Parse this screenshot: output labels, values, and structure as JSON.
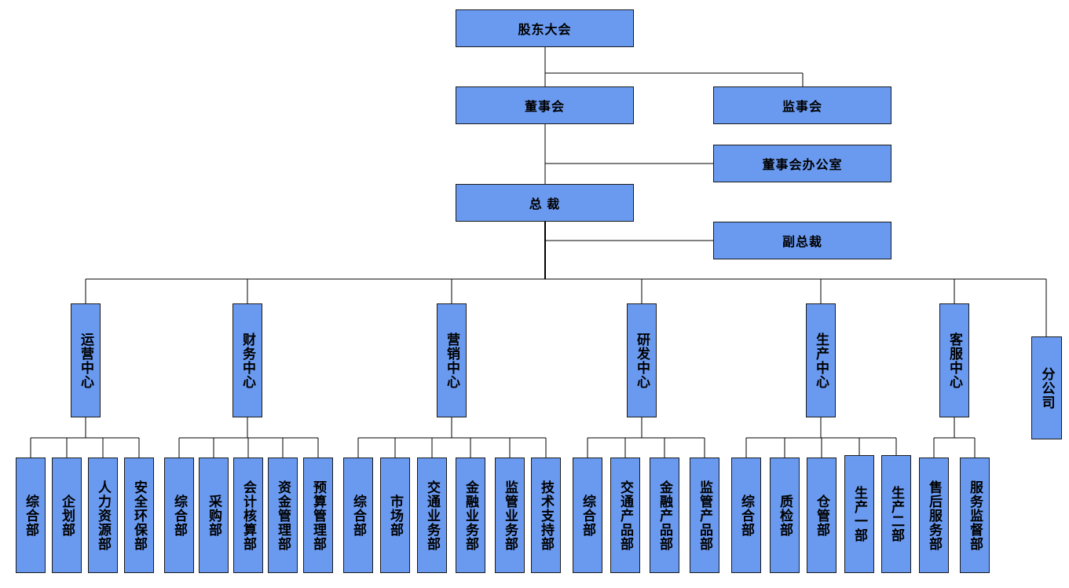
{
  "top": {
    "shareholders": "股东大会",
    "board": "董事会",
    "supervisors": "监事会",
    "board_office": "董事会办公室",
    "president": "总 裁",
    "vice_president": "副总裁"
  },
  "centers": [
    {
      "label": "运营中心",
      "departments": [
        "综合部",
        "企划部",
        "人力资源部",
        "安全环保部"
      ]
    },
    {
      "label": "财务中心",
      "departments": [
        "综合部",
        "采购部",
        "会计核算部",
        "资金管理部",
        "预算管理部"
      ]
    },
    {
      "label": "营销中心",
      "departments": [
        "综合部",
        "市场部",
        "交通业务部",
        "金融业务部",
        "监管业务部",
        "技术支持部"
      ]
    },
    {
      "label": "研发中心",
      "departments": [
        "综合部",
        "交通产品部",
        "金融产品部",
        "监管产品部"
      ]
    },
    {
      "label": "生产中心",
      "departments": [
        "综合部",
        "质检部",
        "仓管部",
        "生产一部",
        "生产二部"
      ]
    },
    {
      "label": "客服中心",
      "departments": [
        "售后服务部",
        "服务监督部"
      ]
    }
  ],
  "branch": "分公司",
  "colors": {
    "box_fill": "#6a9af0",
    "border": "#1a1a1a",
    "line": "#000000"
  }
}
